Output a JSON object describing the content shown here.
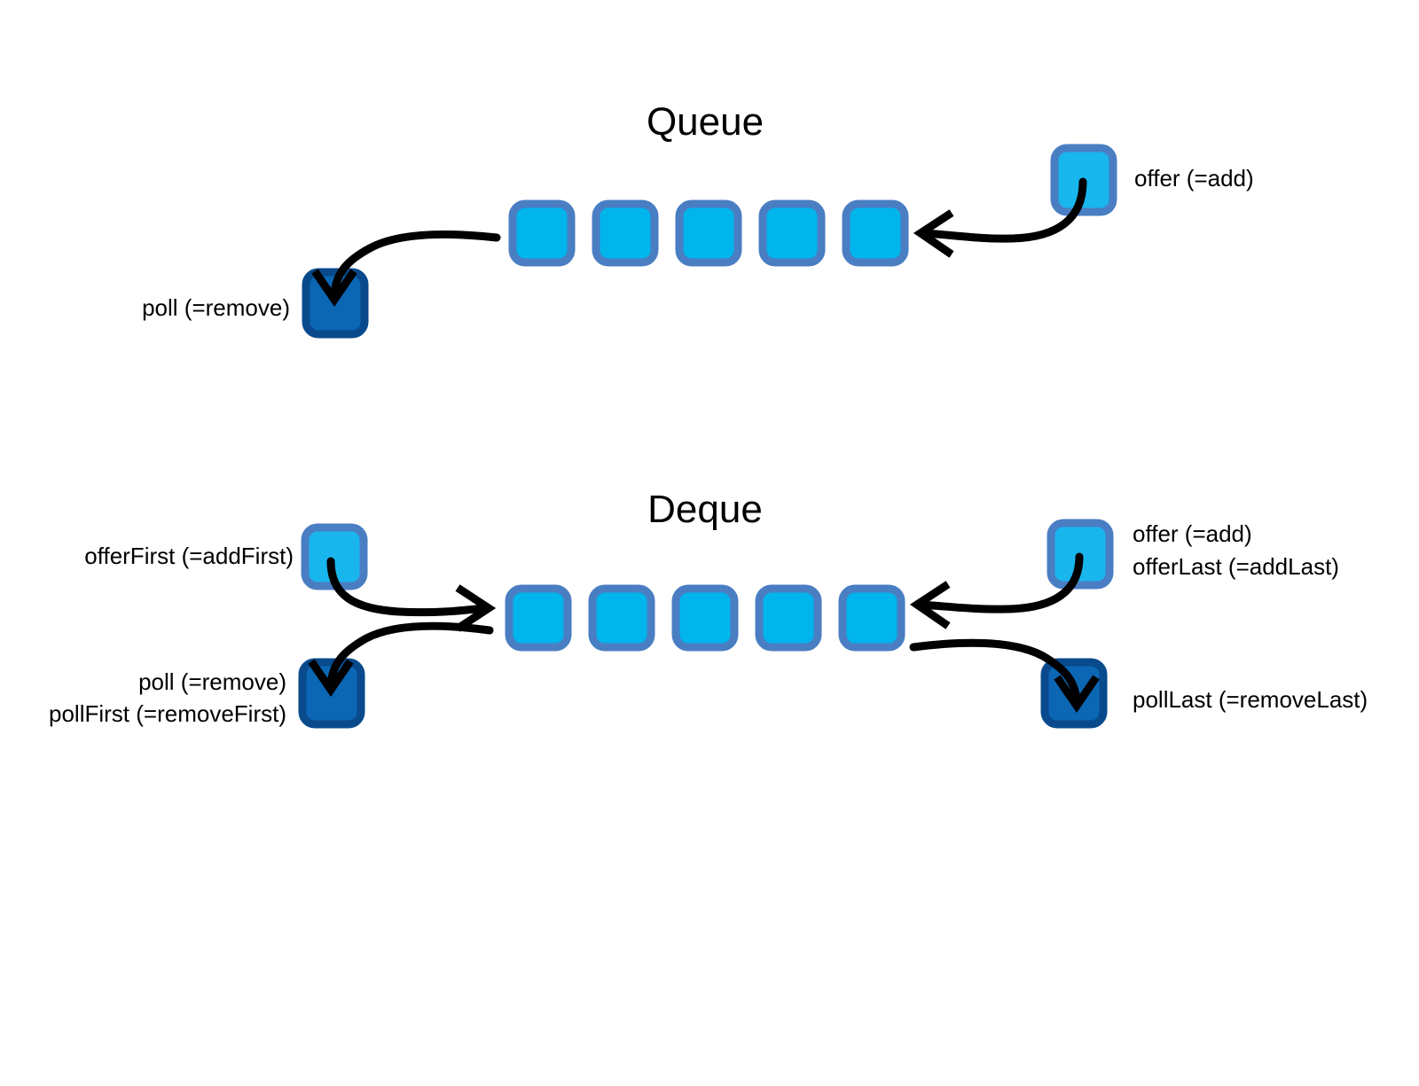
{
  "diagram": {
    "background_color": "#ffffff",
    "colors": {
      "cell_fill": "#00b4ec",
      "cell_stroke": "#4a7ec3",
      "offer_cell_fill": "#19b6ee",
      "poll_cell_fill": "#0b66b4",
      "poll_cell_stroke": "#084a8c",
      "arrow_color": "#000000",
      "text_color": "#000000"
    },
    "sections": [
      {
        "id": "queue",
        "title": "Queue",
        "cell_count": 5,
        "labels": {
          "offer": "offer (=add)",
          "poll": "poll (=remove)"
        }
      },
      {
        "id": "deque",
        "title": "Deque",
        "cell_count": 5,
        "labels": {
          "offer_first": "offerFirst (=addFirst)",
          "poll": "poll (=remove)",
          "poll_first": "pollFirst (=removeFirst)",
          "offer": "offer (=add)",
          "offer_last": "offerLast (=addLast)",
          "poll_last": "pollLast (=removeLast)"
        }
      }
    ]
  }
}
